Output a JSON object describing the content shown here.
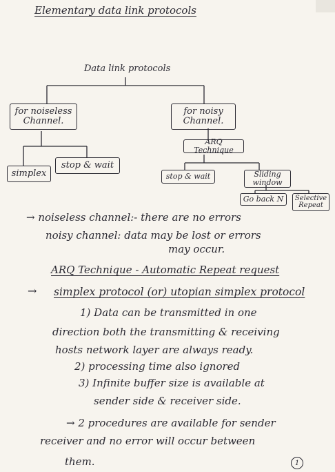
{
  "title": "Elementary data link protocols",
  "diagram": {
    "root": "Data link protocols",
    "noiseless": "for noiseless Channel.",
    "noisy": "for noisy Channel.",
    "arq": "ARQ Technique",
    "simplex": "simplex",
    "stop_wait_left": "stop & wait",
    "stop_wait_right": "stop & wait",
    "sliding": "Sliding window",
    "goback": "Go back N",
    "selective": "Selective Repeat"
  },
  "notes": {
    "line1": "→ noiseless channel:- there are no errors",
    "line2": "noisy channel: data may be lost or errors",
    "line3": "may occur.",
    "arq_prefix": "ARQ Technique - ",
    "arq_full": "Automatic Repeat request",
    "simplex_arrow": "→",
    "simplex_heading": "simplex protocol (or) utopian simplex protocol",
    "p1a": "1) Data can be transmitted in one",
    "p1b": "direction both the transmitting & receiving",
    "p1c": "hosts network layer are always ready.",
    "p2": "2) processing time also ignored",
    "p3a": "3) Infinite buffer size is available at",
    "p3b": "sender side & receiver side.",
    "p4a": "→ 2 procedures are available for sender",
    "p4b": "receiver and no error will occur between",
    "p4c": "them."
  },
  "page_number": "1"
}
